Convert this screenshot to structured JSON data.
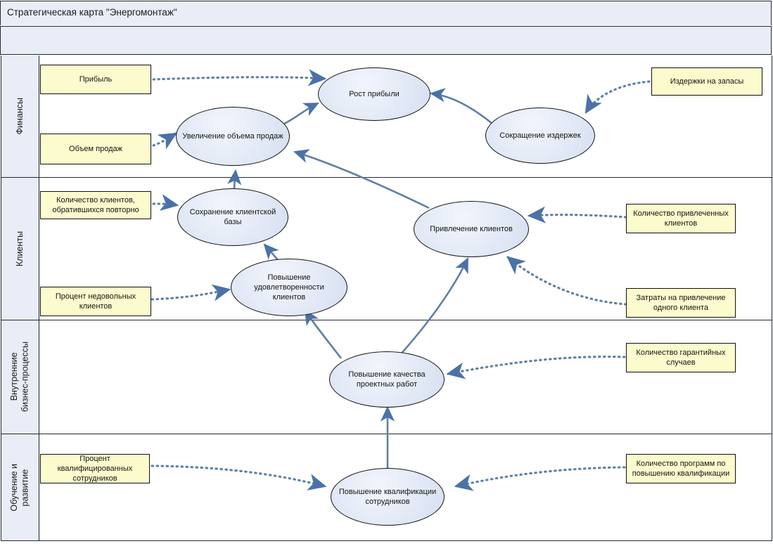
{
  "header": {
    "title": "Стратегическая карта \"Энергомонтаж\""
  },
  "colors": {
    "band_bg": "#e9edf7",
    "measure_fill": "#fcfbcd",
    "node_fill": "#e2e9f6",
    "connector": "#5f7fa5",
    "border": "#23272e"
  },
  "perspectives": [
    {
      "label": "Финансы"
    },
    {
      "label": "Клиенты"
    },
    {
      "label": "Внутренние\nбизнес-процессы"
    },
    {
      "label": "Обучение и\nразвитие"
    }
  ],
  "objectives": [
    {
      "id": "profit-growth",
      "label": "Рост прибыли",
      "perspective": "Финансы"
    },
    {
      "id": "sales-increase",
      "label": "Увеличение объема продаж",
      "perspective": "Финансы"
    },
    {
      "id": "cost-reduction",
      "label": "Сокращение издержек",
      "perspective": "Финансы"
    },
    {
      "id": "client-base",
      "label": "Сохранение клиентской\nбазы",
      "perspective": "Клиенты"
    },
    {
      "id": "client-satisfaction",
      "label": "Повышение\nудовлетворенности клиентов",
      "perspective": "Клиенты"
    },
    {
      "id": "client-attraction",
      "label": "Привлечение клиентов",
      "perspective": "Клиенты"
    },
    {
      "id": "project-quality",
      "label": "Повышение качества\nпроектных работ",
      "perspective": "Внутренние бизнес-процессы"
    },
    {
      "id": "staff-qualification",
      "label": "Повышение квалификации\nсотрудников",
      "perspective": "Обучение и развитие"
    }
  ],
  "measures": [
    {
      "id": "profit",
      "label": "Прибыль",
      "perspective": "Финансы",
      "side": "left"
    },
    {
      "id": "sales-volume",
      "label": "Объем продаж",
      "perspective": "Финансы",
      "side": "left"
    },
    {
      "id": "inventory-costs",
      "label": "Издержки на запасы",
      "perspective": "Финансы",
      "side": "right"
    },
    {
      "id": "repeat-clients",
      "label": "Количество клиентов,\nобратившихся повторно",
      "perspective": "Клиенты",
      "side": "left"
    },
    {
      "id": "unhappy-clients",
      "label": "Процент недовольных\nклиентов",
      "perspective": "Клиенты",
      "side": "left"
    },
    {
      "id": "attracted-clients",
      "label": "Количество привлеченных\nклиентов",
      "perspective": "Клиенты",
      "side": "right"
    },
    {
      "id": "cost-per-client",
      "label": "Затраты на привлечение\nодного клиента",
      "perspective": "Клиенты",
      "side": "right"
    },
    {
      "id": "warranty-cases",
      "label": "Количество гарантийных\nслучаев",
      "perspective": "Внутренние бизнес-процессы",
      "side": "right"
    },
    {
      "id": "qualified-staff",
      "label": "Процент\nквалифицированных\nсотрудников",
      "perspective": "Обучение и развитие",
      "side": "left"
    },
    {
      "id": "training-programs",
      "label": "Количество программ по\nповышению квалификации",
      "perspective": "Обучение и развитие",
      "side": "right"
    }
  ],
  "links": [
    {
      "from": "sales-increase",
      "to": "profit-growth",
      "style": "solid"
    },
    {
      "from": "cost-reduction",
      "to": "profit-growth",
      "style": "solid"
    },
    {
      "from": "client-base",
      "to": "sales-increase",
      "style": "solid"
    },
    {
      "from": "client-attraction",
      "to": "sales-increase",
      "style": "solid"
    },
    {
      "from": "client-satisfaction",
      "to": "client-base",
      "style": "solid"
    },
    {
      "from": "client-satisfaction",
      "to": "client-attraction",
      "style": "solid"
    },
    {
      "from": "project-quality",
      "to": "client-satisfaction",
      "style": "solid"
    },
    {
      "from": "project-quality",
      "to": "client-attraction",
      "style": "solid"
    },
    {
      "from": "staff-qualification",
      "to": "project-quality",
      "style": "solid"
    },
    {
      "from": "profit",
      "to": "profit-growth",
      "style": "dotted"
    },
    {
      "from": "sales-volume",
      "to": "sales-increase",
      "style": "dotted"
    },
    {
      "from": "inventory-costs",
      "to": "cost-reduction",
      "style": "dotted"
    },
    {
      "from": "repeat-clients",
      "to": "client-base",
      "style": "dotted"
    },
    {
      "from": "unhappy-clients",
      "to": "client-satisfaction",
      "style": "dotted"
    },
    {
      "from": "attracted-clients",
      "to": "client-attraction",
      "style": "dotted"
    },
    {
      "from": "cost-per-client",
      "to": "client-attraction",
      "style": "dotted"
    },
    {
      "from": "warranty-cases",
      "to": "project-quality",
      "style": "dotted"
    },
    {
      "from": "qualified-staff",
      "to": "staff-qualification",
      "style": "dotted"
    },
    {
      "from": "training-programs",
      "to": "staff-qualification",
      "style": "dotted"
    }
  ]
}
